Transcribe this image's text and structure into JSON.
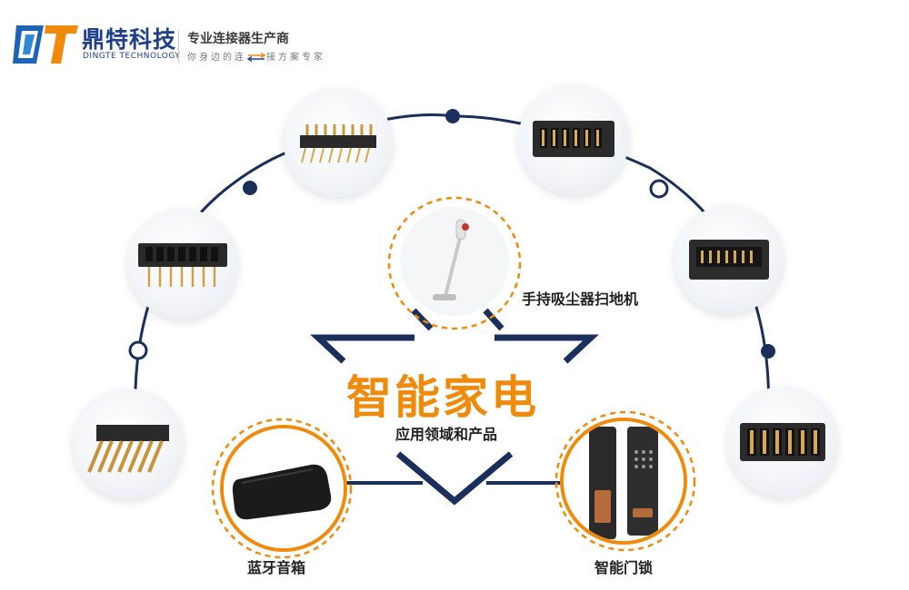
{
  "header": {
    "logo_icon": "dt-logo-icon",
    "brand_cn": "鼎特科技",
    "brand_en": "DINGTE TECHNOLOGY",
    "slogan_main": "专业连接器生产商",
    "slogan_sub_left": "你身边的连",
    "slogan_sub_right": "接方案专家",
    "slogan_sub_icon": "double-arrow-icon"
  },
  "center": {
    "title": "智能家电",
    "subtitle": "应用领域和产品"
  },
  "products": [
    {
      "label": "手持吸尘器扫地机",
      "icon": "vacuum-cleaner-icon"
    },
    {
      "label": "蓝牙音箱",
      "icon": "bluetooth-speaker-icon"
    },
    {
      "label": "智能门锁",
      "icon": "smart-lock-icon"
    }
  ],
  "connectors": [
    {
      "icon": "pin-connector-icon"
    },
    {
      "icon": "pin-connector-icon"
    },
    {
      "icon": "pin-connector-icon"
    },
    {
      "icon": "pin-connector-icon"
    },
    {
      "icon": "pin-connector-icon"
    },
    {
      "icon": "pin-connector-icon"
    }
  ],
  "colors": {
    "brand_blue": "#1d3f8c",
    "accent_orange": "#f08a0b",
    "arc_navy": "#1b2f5c"
  }
}
